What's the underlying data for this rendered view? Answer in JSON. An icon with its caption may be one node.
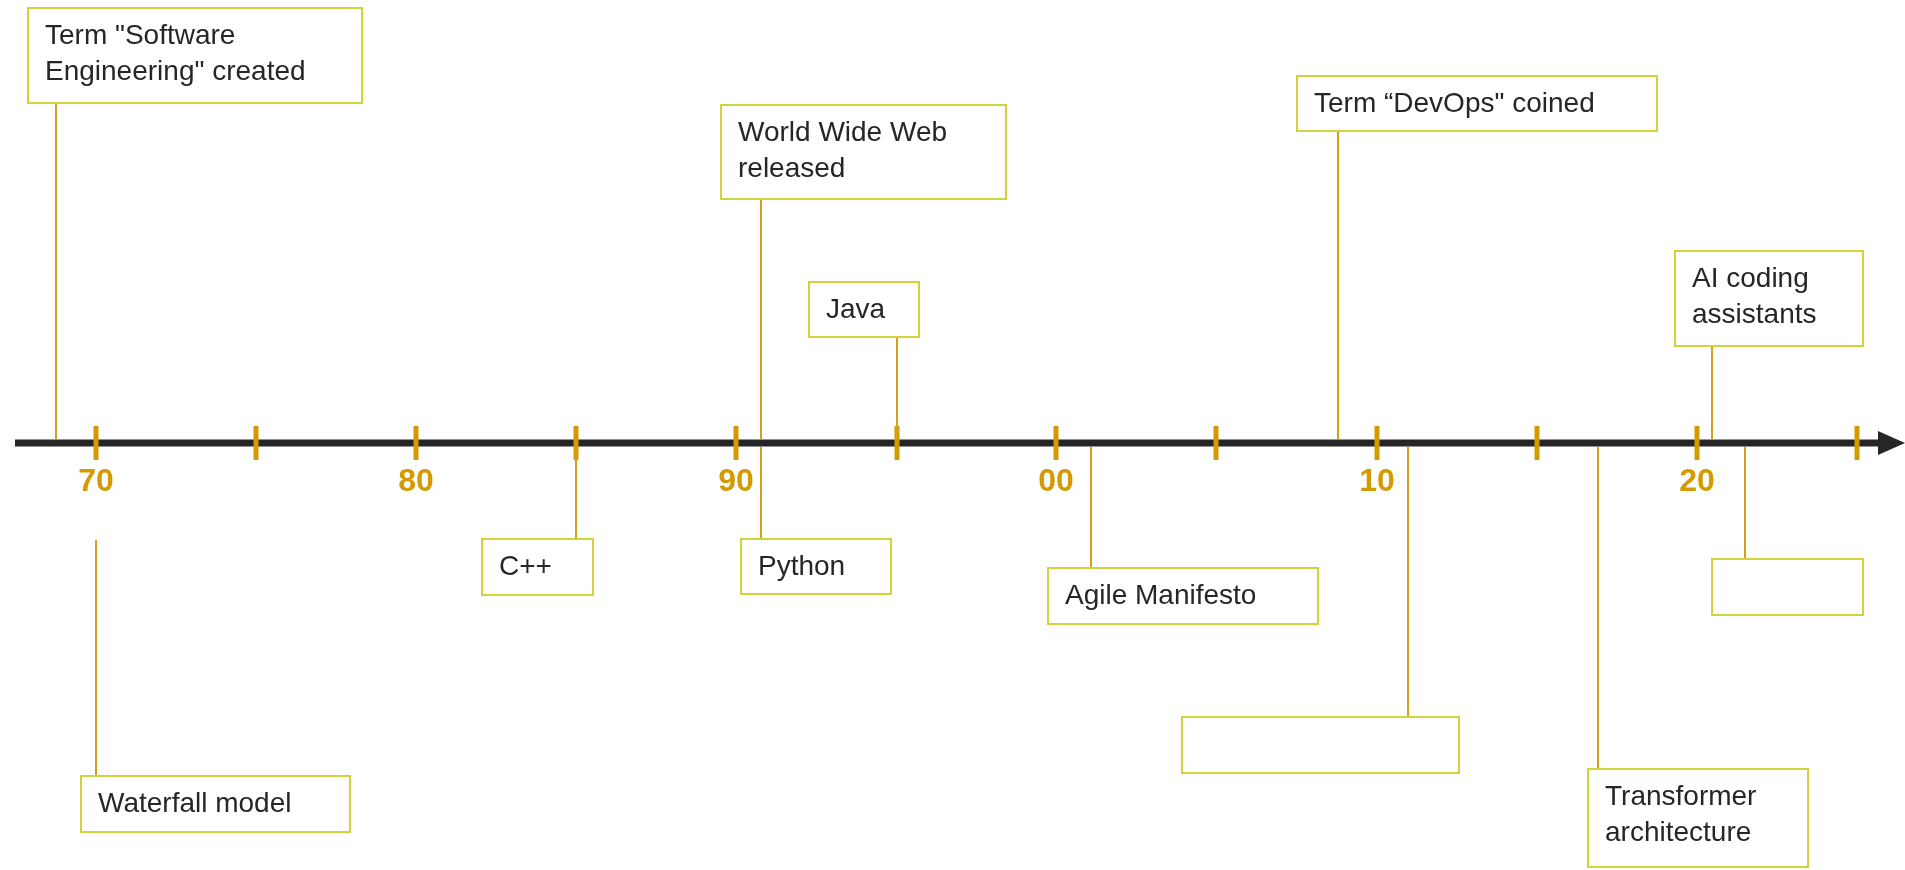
{
  "diagram": {
    "nodes": [
      {
        "text": [
          "Term \"Software Engineering\" created"
        ]
      },
      {
        "text": [
          "Waterfall model"
        ]
      },
      {
        "text": [
          "C++"
        ]
      },
      {
        "text": [
          "World Wide Web released"
        ]
      },
      {
        "text": [
          "Java"
        ]
      },
      {
        "text": [
          "Python"
        ]
      },
      {
        "text": [
          "Agile Manifesto"
        ]
      },
      {
        "text": [
          "Term “DevOps\" coined"
        ]
      },
      {
        "text": [],
        "shape": "box"
      },
      {
        "text": [
          "Transformer architecture"
        ]
      },
      {
        "text": [
          "AI coding assistants"
        ]
      },
      {
        "text": [],
        "shape": "box"
      }
    ],
    "edges": [
      {
        "from": 0,
        "to": null,
        "arrow": "none"
      },
      {
        "from": 1,
        "to": null,
        "arrow": "none"
      },
      {
        "from": 2,
        "to": null,
        "arrow": "none"
      },
      {
        "from": 3,
        "to": null,
        "arrow": "none"
      },
      {
        "from": 4,
        "to": null,
        "arrow": "none"
      },
      {
        "from": 5,
        "to": null,
        "arrow": "none"
      },
      {
        "from": 6,
        "to": null,
        "arrow": "none"
      },
      {
        "from": 7,
        "to": null,
        "arrow": "none"
      },
      {
        "from": 8,
        "to": null,
        "arrow": "none"
      },
      {
        "from": 9,
        "to": null,
        "arrow": "none"
      },
      {
        "from": 10,
        "to": null,
        "arrow": "none"
      },
      {
        "from": 11,
        "to": null,
        "arrow": "none"
      }
    ],
    "labels": [
      "70",
      "80",
      "90",
      "00",
      "10",
      "20"
    ]
  }
}
